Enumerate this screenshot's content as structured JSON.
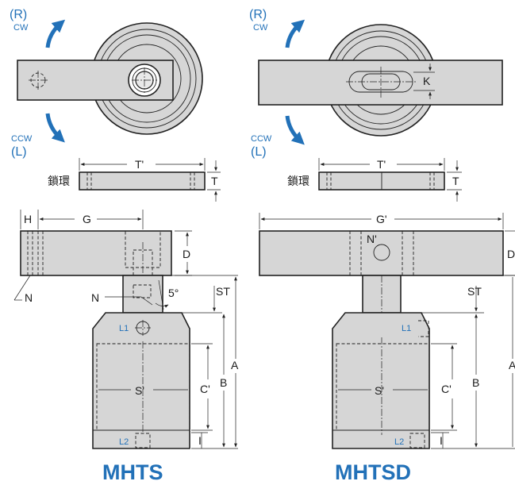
{
  "colors": {
    "accent": "#2271b8",
    "part_fill": "#d6d6d6",
    "line": "#222222"
  },
  "icons": {
    "rotation_arrow": "curved-arrow-icon"
  },
  "left": {
    "title": "MHTS",
    "rot_top": "(R)",
    "rot_top_sub": "CW",
    "rot_bottom_sub": "CCW",
    "rot_bottom": "(L)",
    "ring_label": "鎖環",
    "dims": {
      "T_prime": "T'",
      "T": "T",
      "H": "H",
      "G": "G",
      "D": "D",
      "N_outer": "N",
      "N_inner": "N",
      "angle": "5°",
      "ST": "ST",
      "A": "A",
      "B": "B",
      "C_prime": "C'",
      "S_prime": "S'",
      "I": "I"
    },
    "ports": {
      "L1": "L1",
      "L2": "L2"
    }
  },
  "right": {
    "title": "MHTSD",
    "rot_top": "(R)",
    "rot_top_sub": "CW",
    "rot_bottom_sub": "CCW",
    "rot_bottom": "(L)",
    "ring_label": "鎖環",
    "dims": {
      "K": "K",
      "T_prime": "T'",
      "T": "T",
      "G_prime": "G'",
      "N_prime": "N'",
      "D": "D",
      "ST": "ST",
      "A": "A",
      "B": "B",
      "C_prime": "C'",
      "S_prime": "S'",
      "I": "I"
    },
    "ports": {
      "L1": "L1",
      "L2": "L2"
    }
  }
}
